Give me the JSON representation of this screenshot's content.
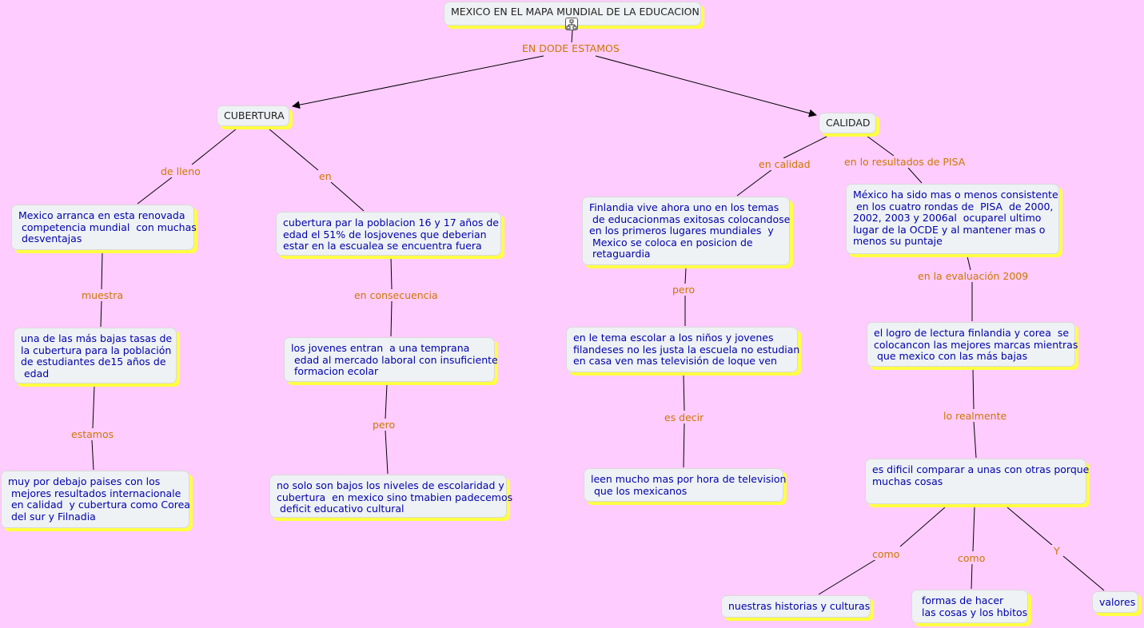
{
  "map": {
    "title": "MEXICO EN EL MAPA MUNDIAL DE LA EDUCACION",
    "nodes": {
      "cubertura": "CUBERTURA",
      "calidad": "CALIDAD",
      "mexico_arranca": "Mexico arranca en esta renovada\n competencia mundial  con muchas\n desventajas",
      "bajas_tasas": "una de las más bajas tasas de\nla cubertura para la población\nde estudiantes de15 años de\n edad",
      "muy_por_debajo": "muy por debajo paises con los\n mejores resultados internacionale\n en calidad  y cubertura como Corea\n del sur y Filnadia",
      "cubertura_poblacion": "cubertura par la poblacion 16 y 17 años de\nedad el 51% de losjovenes que deberian\nestar en la escualea se encuentra fuera",
      "jovenes_entran": "los jovenes entran  a una temprana\n edad al mercado laboral con insuficiente\n formacion ecolar",
      "no_solo": "no solo son bajos los niveles de escolaridad y\ncubertura  en mexico sino tmabien padecemos\n deficit educativo cultural",
      "finlandia": "Finlandia vive ahora uno en los temas\n de educacionmas exitosas colocandose\nen los primeros lugares mundiales  y\n Mexico se coloca en posicion de\n retaguardia",
      "tema_escolar": "en le tema escolar a los niños y jovenes\nfilandeses no les justa la escuela no estudian\nen casa ven mas televisión de loque ven",
      "leen_mucho": "leen mucho mas por hora de television\n que los mexicanos",
      "mexico_consistente": "México ha sido mas o menos consistente\n en los cuatro rondas de  PISA  de 2000,\n2002, 2003 y 2006al  ocuparel ultimo\nlugar de la OCDE y al mantener mas o\nmenos su puntaje",
      "logro_lectura": "el logro de lectura finlandia y corea  se\ncolocancon las mejores marcas mientras\n que mexico con las más bajas",
      "es_dificil": "es dificil comparar a unas con otras porque\nmuchas cosas\n ",
      "historias": "nuestras historias y culturas",
      "formas": " formas de hacer\n las cosas y los hbitos",
      "valores": "valores"
    },
    "links": {
      "donde_estamos": "EN DODE ESTAMOS ",
      "de_lleno": "de lleno",
      "en": "en",
      "muestra": "muestra",
      "estamos": "estamos",
      "en_consecuencia": " en consecuencia",
      "pero_left": "pero",
      "en_calidad": "en calidad",
      "en_resultados": "en lo resultados de PISA",
      "pero_mid": "pero ",
      "es_decir": "es decir",
      "en_evaluacion": "en la evaluación 2009",
      "lo_realmente": "lo realmente",
      "como1": "como",
      "como2": "como ",
      "y": "Y"
    }
  },
  "colors": {
    "background": "#ffccff",
    "node_fill": "#eef2f4",
    "node_shadow": "#ffff44",
    "node_text": "#0000aa",
    "link_text": "#cc7700",
    "line": "#000000"
  },
  "icons": {
    "root_icon": "hierarchy-icon"
  }
}
